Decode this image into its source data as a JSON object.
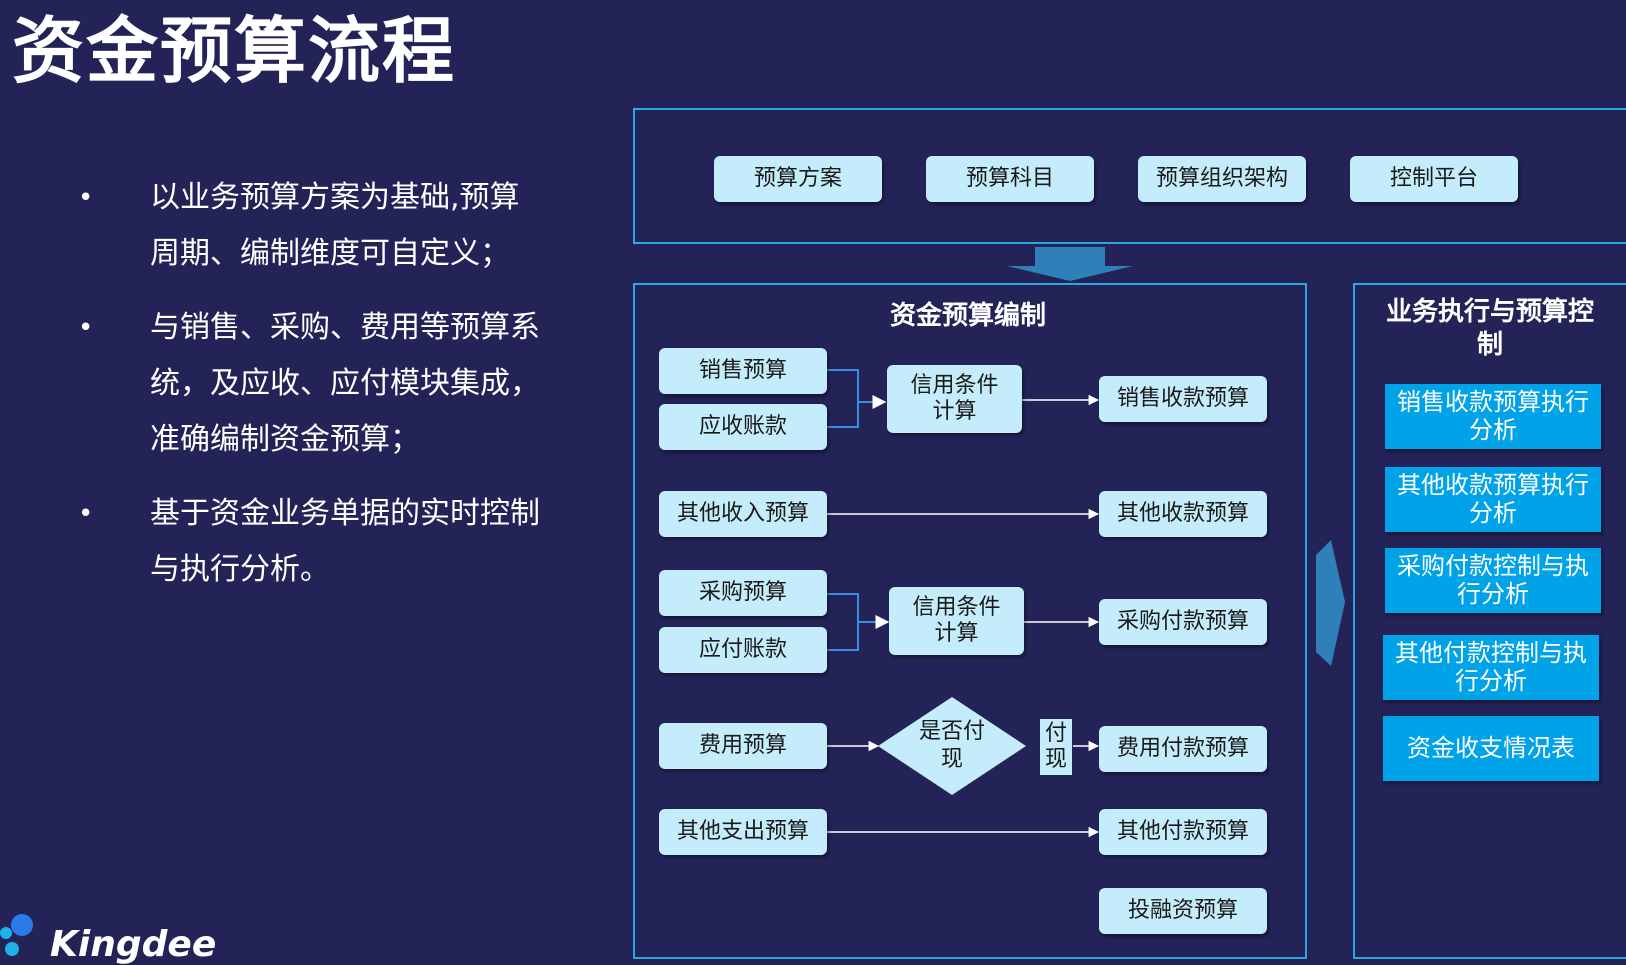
{
  "title": "资金预算流程",
  "bullets": [
    "以业务预算方案为基础,预算周期、编制维度可自定义；",
    "与销售、采购、费用等预算系统，及应收、应付模块集成，准确编制资金预算；",
    "基于资金业务单据的实时控制与执行分析。"
  ],
  "bullet_symbol": "•",
  "top_panel": {
    "items": [
      "预算方案",
      "预算科目",
      "预算组织架构",
      "控制平台"
    ]
  },
  "compile_panel": {
    "title": "资金预算编制",
    "sales_budget": "销售预算",
    "receivables": "应收账款",
    "credit_calc_1": "信用条件计算",
    "sales_receipt_budget": "销售收款预算",
    "other_income_budget": "其他收入预算",
    "other_receipt_budget": "其他收款预算",
    "purchase_budget": "采购预算",
    "payables": "应付账款",
    "credit_calc_2": "信用条件计算",
    "purchase_payment_budget": "采购付款预算",
    "expense_budget": "费用预算",
    "decision": "是否付现",
    "decision_yes": "付现",
    "expense_payment_budget": "费用付款预算",
    "other_expense_budget": "其他支出预算",
    "other_payment_budget": "其他付款预算",
    "investment_financing_budget": "投融资预算"
  },
  "control_panel": {
    "title": "业务执行与预算控制",
    "items": [
      "销售收款预算执行分析",
      "其他收款预算执行分析",
      "采购付款控制与执行分析",
      "其他付款控制与执行分析",
      "资金收支情况表"
    ]
  },
  "logo": {
    "text": "Kingdee"
  },
  "colors": {
    "background": "#232358",
    "panel_border": "#29a8e0",
    "light_box": "#c4ecfa",
    "blue_box": "#00a3e8",
    "arrow": "#2f7fb8"
  }
}
